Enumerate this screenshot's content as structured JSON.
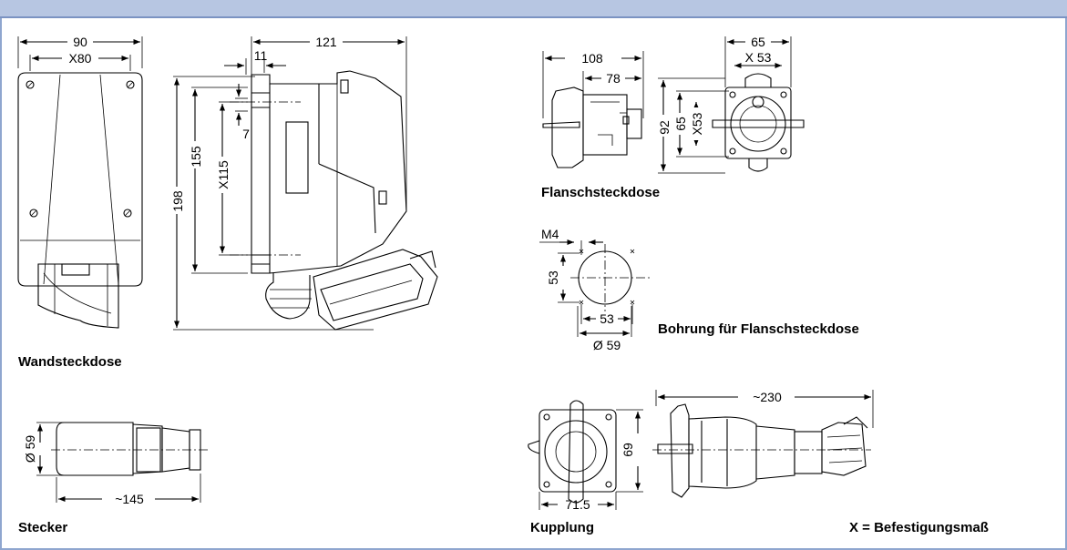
{
  "titles": {
    "wandsteckdose": "Wandsteckdose",
    "flanschsteckdose": "Flanschsteckdose",
    "bohrung": "Bohrung für Flanschsteckdose",
    "stecker": "Stecker",
    "kupplung": "Kupplung",
    "legend": "X = Befestigungsmaß"
  },
  "dims": {
    "w_90": "90",
    "w_x80": "X80",
    "h_198": "198",
    "h_155": "155",
    "h_x115": "X115",
    "d_11": "11",
    "d_7": "7",
    "w_121": "121",
    "f_108": "108",
    "f_78": "78",
    "f_65": "65",
    "f_x53": "X 53",
    "f_92": "92",
    "f_65v": "65",
    "f_x53v": "X53",
    "b_m4": "M4",
    "b_53v": "53",
    "b_53h": "53",
    "b_59": "Ø 59",
    "s_59": "Ø 59",
    "s_145": "~145",
    "k_230": "~230",
    "k_69": "69",
    "k_715": "71.5"
  },
  "colors": {
    "header_bar": "#b7c6e2",
    "frame": "#8fa6cf"
  }
}
